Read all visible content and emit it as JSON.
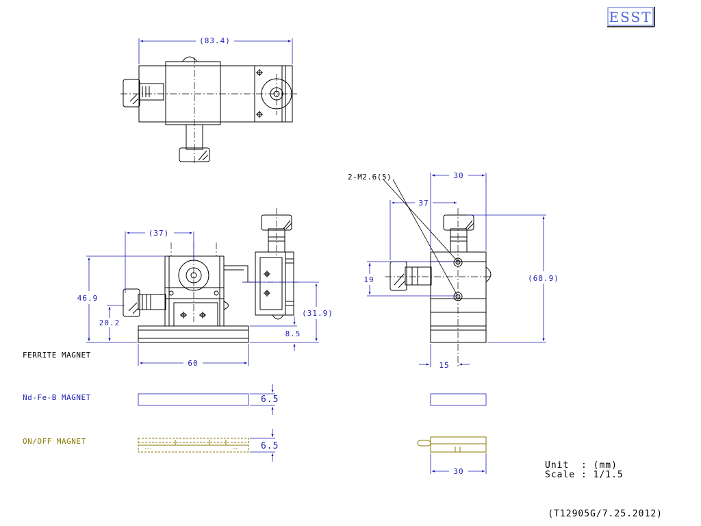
{
  "logo": {
    "text": "ESST",
    "color": "#4a66d8"
  },
  "dimensions": {
    "top_width": "(83.4)",
    "front_37": "(37)",
    "front_height_total": "46.9",
    "front_height_knob": "20.2",
    "front_height_side": "(31.9)",
    "front_base": "8.5",
    "front_width": "60",
    "side_width": "30",
    "side_37": "37",
    "side_19": "19",
    "side_height": "(68.9)",
    "side_15": "15",
    "ndfeb_thickness": "6.5",
    "onoff_thickness": "6.5",
    "onoff_width": "30"
  },
  "callout": {
    "holes": "2-M2.6(5)"
  },
  "labels": {
    "ferrite": {
      "text": "FERRITE MAGNET",
      "color": "#000000"
    },
    "ndfeb": {
      "text": "Nd-Fe-B MAGNET",
      "color": "#1a1ab0"
    },
    "onoff": {
      "text": "ON/OFF MAGNET",
      "color": "#8a7a00"
    }
  },
  "unit": {
    "line1": "Unit  : (mm)",
    "line2": "Scale : 1/1.5"
  },
  "drawing_number": "(T12905G/7.25.2012)"
}
